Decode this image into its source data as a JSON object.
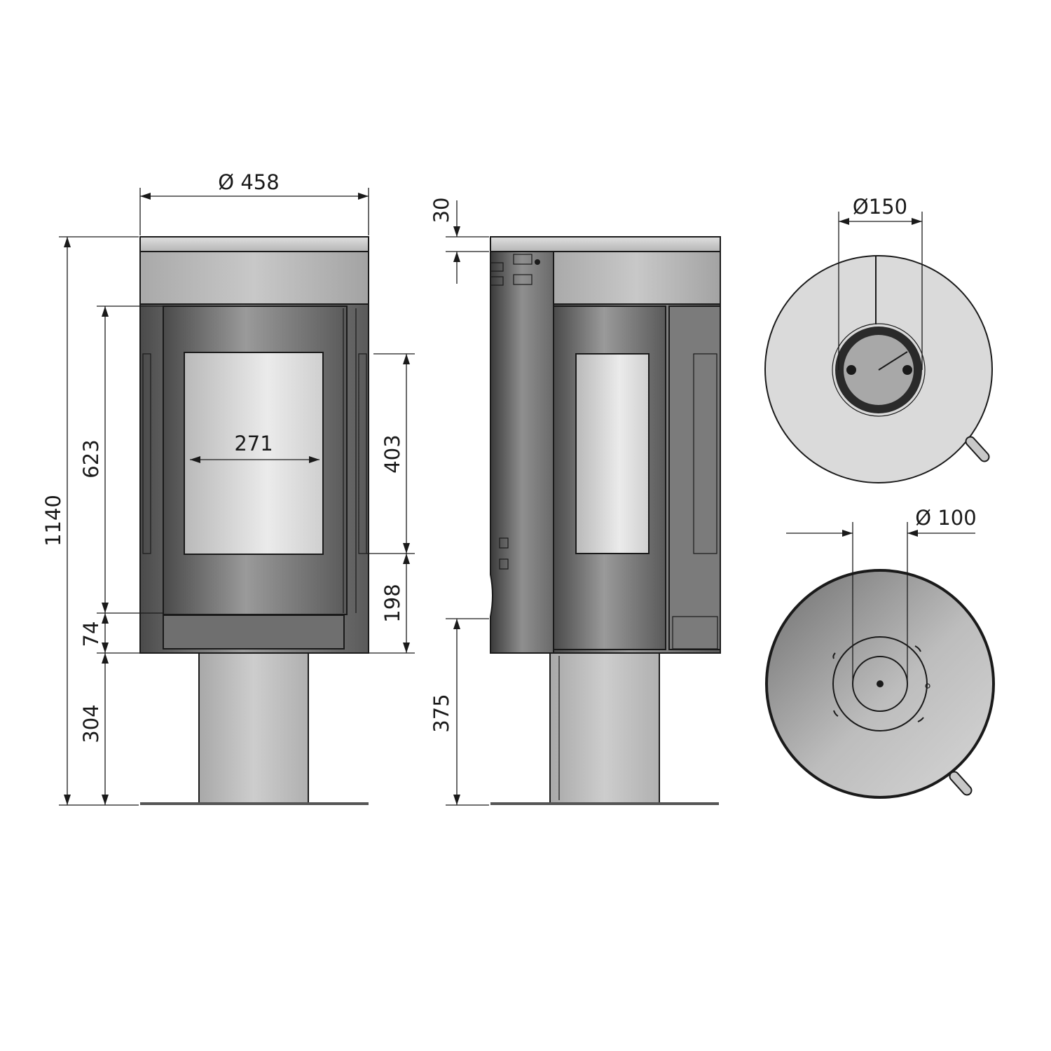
{
  "drawing": {
    "front_view": {
      "dim_diameter": "Ø 458",
      "dim_window_width": "271",
      "dim_total_height": "1140",
      "dim_door_height": "623",
      "dim_window_height": "403",
      "dim_window_bottom": "198",
      "dim_ashlip": "74",
      "dim_pedestal": "304"
    },
    "side_view": {
      "dim_top_plate": "30",
      "dim_air_inlet_height": "375"
    },
    "top_view": {
      "dim_flue_diameter": "Ø150"
    },
    "bottom_view": {
      "dim_air_inlet_diameter": "Ø 100"
    }
  }
}
